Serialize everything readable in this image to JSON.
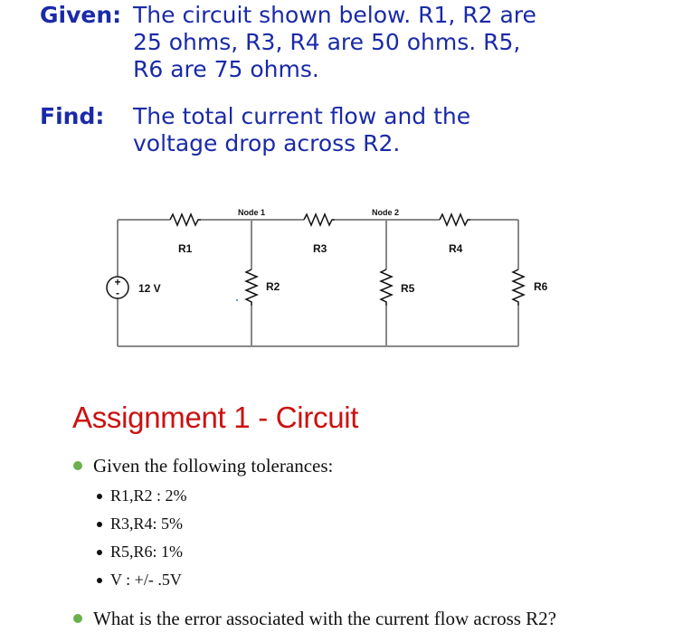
{
  "given": {
    "label": "Given:",
    "lines": [
      "The circuit shown below.  R1, R2 are",
      "25 ohms, R3, R4 are 50 ohms.  R5,",
      "R6 are 75 ohms."
    ]
  },
  "find": {
    "label": "Find:",
    "lines": [
      "The total current flow and the",
      "voltage drop across R2."
    ]
  },
  "circuit": {
    "node1": "Node 1",
    "node2": "Node 2",
    "r1": "R1",
    "r2": "R2",
    "r3": "R3",
    "r4": "R4",
    "r5": "R5",
    "r6": "R6",
    "source_label": "12 V",
    "source_plus": "+",
    "source_minus": "-"
  },
  "assignment": {
    "title": "Assignment 1 - Circuit",
    "bullet1": "Given the following tolerances:",
    "sub": [
      "R1,R2 : 2%",
      "R3,R4: 5%",
      "R5,R6: 1%",
      "V : +/- .5V"
    ],
    "bullet2": "What is the error associated with the current flow across R2?"
  },
  "colors": {
    "heading_blue": "#1a2aa8",
    "title_red": "#cc1111",
    "bullet_green": "#6ab04c"
  }
}
